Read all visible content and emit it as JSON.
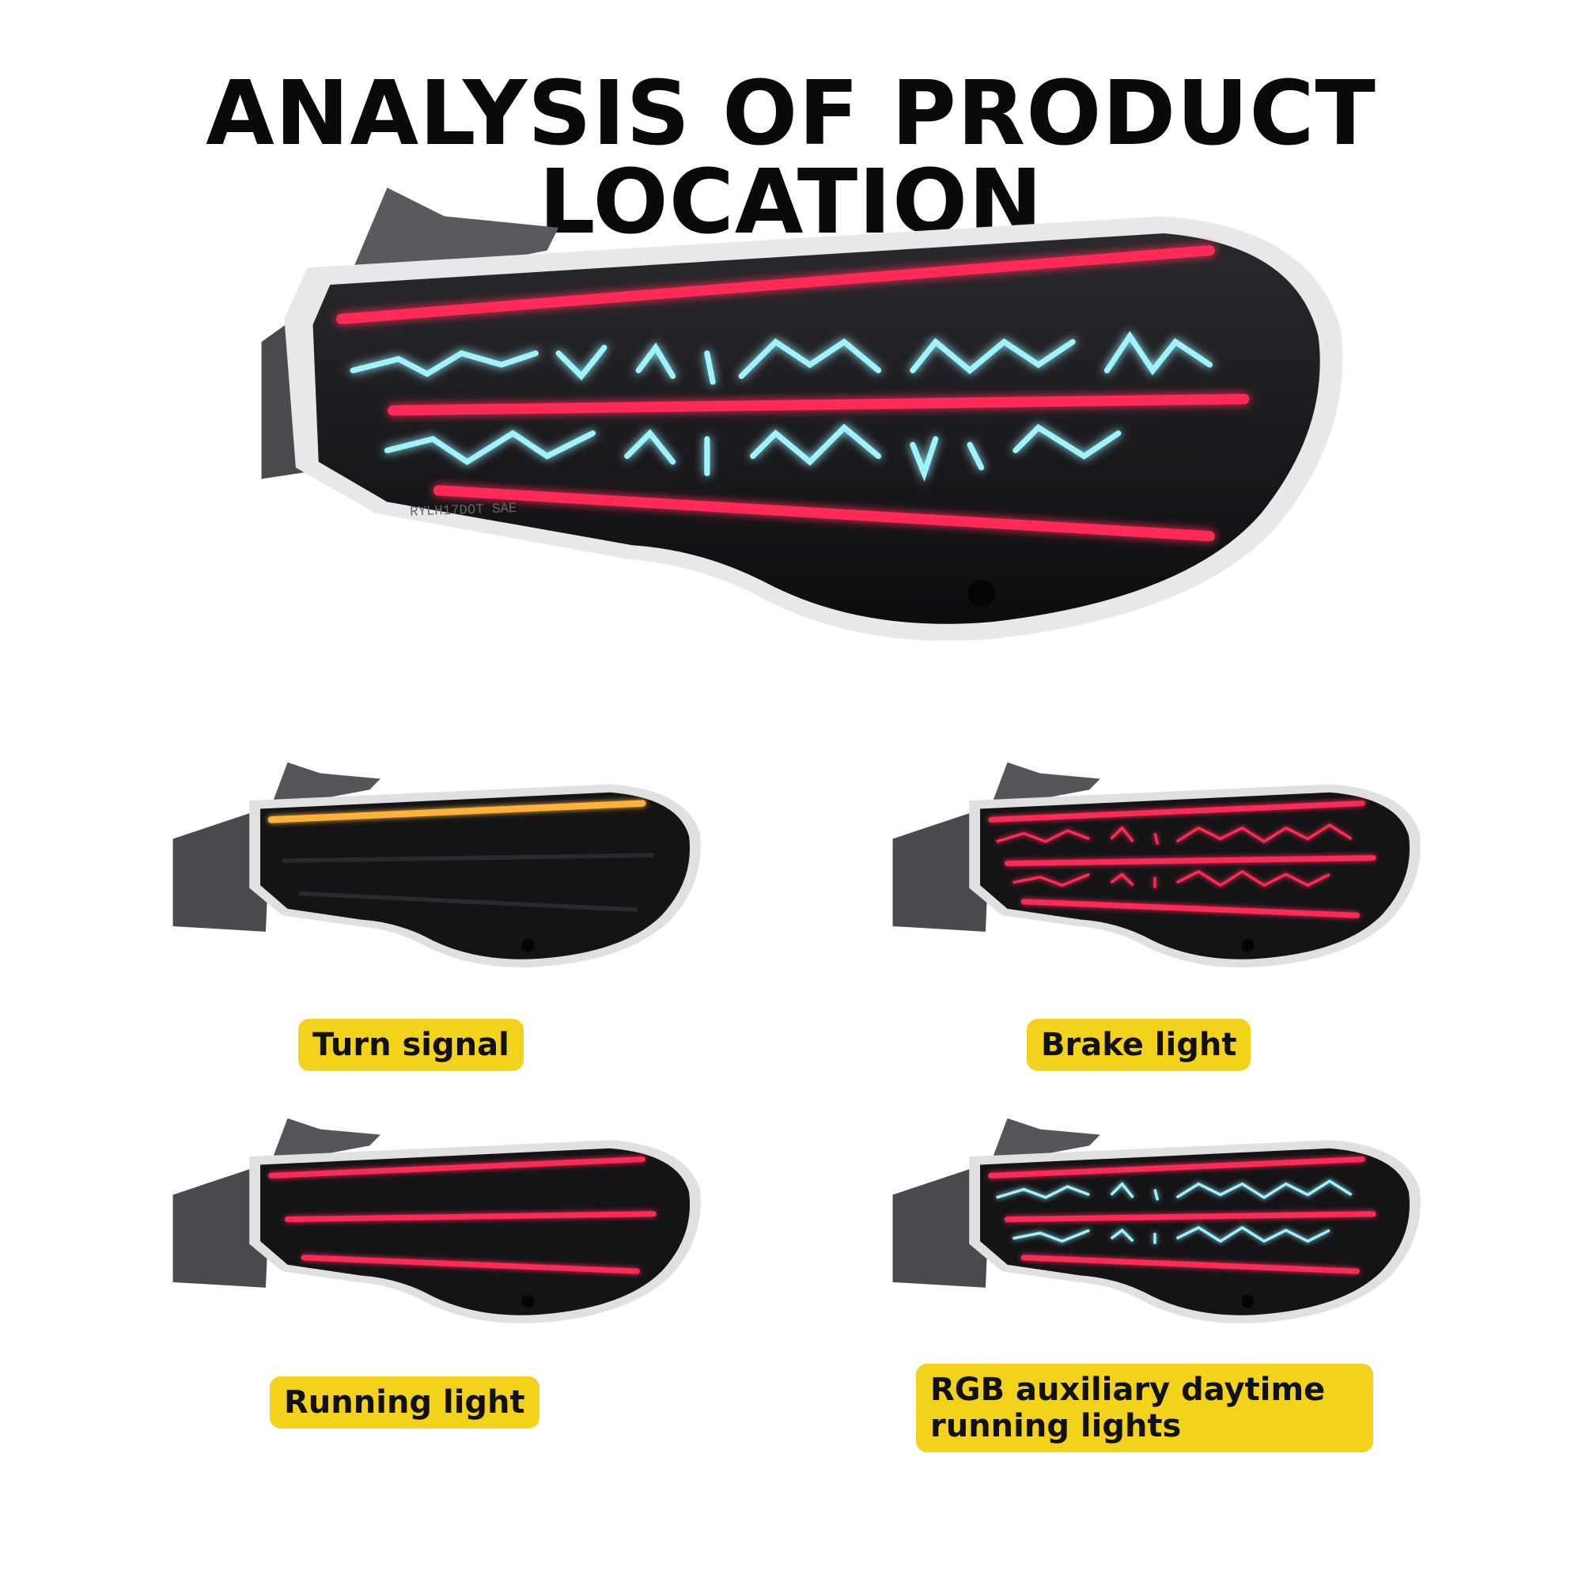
{
  "title": "ANALYSIS OF PRODUCT LOCATION",
  "lamp_text": "RYLH17DOT SAE",
  "labels": {
    "turn_signal": "Turn signal",
    "brake_light": "Brake light",
    "running_light": "Running light",
    "rgb_drl_line1": "RGB auxiliary daytime",
    "rgb_drl_line2": "running lights"
  },
  "colors": {
    "label_bg": "#f2d21b",
    "red_bar": "#ff2a55",
    "amber_bar": "#ffb23a",
    "rgb_cyan": "#9ff3ff",
    "housing": "#141417"
  }
}
